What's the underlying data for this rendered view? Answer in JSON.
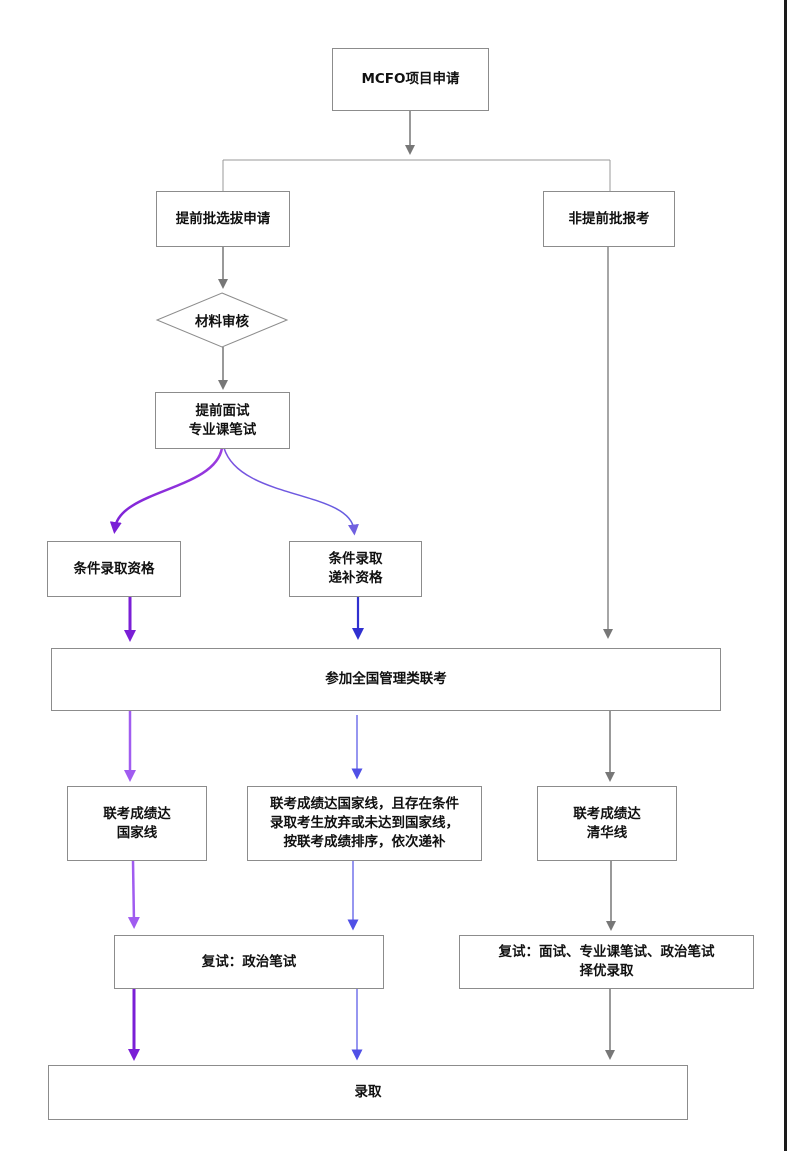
{
  "nodes": {
    "apply": "MCFO项目申请",
    "early_batch": "提前批选拔申请",
    "non_early": "非提前批报考",
    "review": "材料审核",
    "interview": "提前面试\n专业课笔试",
    "cond_admit": "条件录取资格",
    "cond_backup": "条件录取\n递补资格",
    "exam": "参加全国管理类联考",
    "reach_national": "联考成绩达\n国家线",
    "backup_rule": "联考成绩达国家线，且存在条件\n录取考生放弃或未达到国家线，\n按联考成绩排序，依次递补",
    "reach_tsinghua": "联考成绩达\n清华线",
    "retest_politics": "复试：政治笔试",
    "retest_full": "复试：面试、专业课笔试、政治笔试\n择优录取",
    "admit": "录取"
  },
  "colors": {
    "gray_arrow": "#777777",
    "purple_arrow": "#8a2be2",
    "violet_arrow": "#9b4dff",
    "blue_arrow": "#3a3ad8",
    "blue_light_arrow": "#5555e6"
  }
}
